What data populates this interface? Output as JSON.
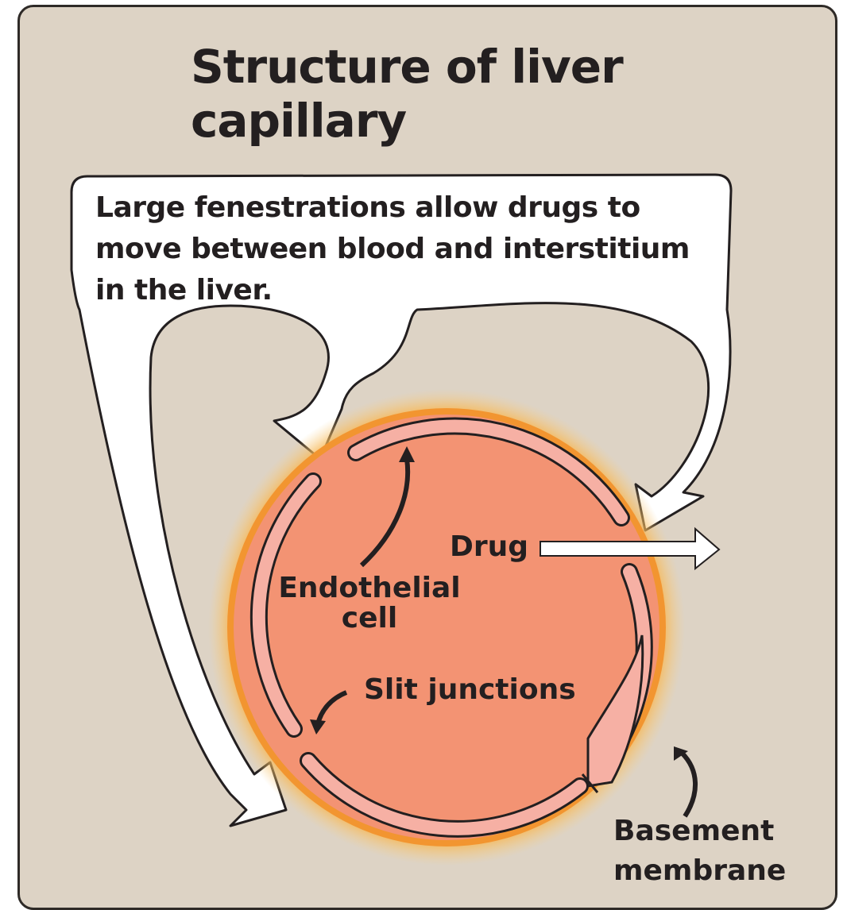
{
  "title": {
    "line1": "Structure of  liver",
    "line2": "capillary"
  },
  "callout": {
    "line1": "Large fenestrations allow drugs to",
    "line2": "move between blood and interstitium",
    "line3": "in the liver."
  },
  "labels": {
    "drug": "Drug",
    "endothelial_line1": "Endothelial",
    "endothelial_line2": "cell",
    "slit_junctions": "Slit junctions",
    "basement_line1": "Basement",
    "basement_line2": "membrane"
  },
  "colors": {
    "background": "#ddd3c5",
    "lumen": "#f39373",
    "endothelium": "#f6b0a4",
    "basement_glow": "#f6a12a",
    "arrow_fill": "#ffffff",
    "outline": "#231f20"
  }
}
